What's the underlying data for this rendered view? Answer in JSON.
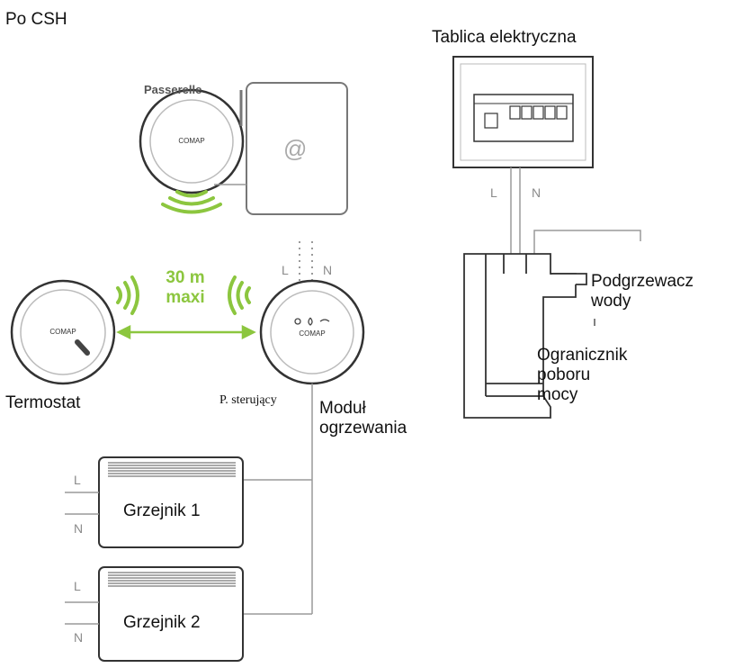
{
  "title": "Po CSH",
  "gateway": {
    "label": "Passerelle",
    "brand": "COMAP",
    "box_symbol": "@"
  },
  "range": {
    "line1": "30 m",
    "line2": "maxi"
  },
  "thermostat": {
    "label": "Termostat",
    "brand": "COMAP"
  },
  "control_module": {
    "brand": "COMAP",
    "label_small": "P. sterujący",
    "label_line1": "Moduł",
    "label_line2": "ogrzewania",
    "wire_l": "L",
    "wire_n": "N"
  },
  "panel": {
    "title": "Tablica elektryczna",
    "wire_l": "L",
    "wire_n": "N"
  },
  "water_heater": {
    "line1": "Podgrzewacz",
    "line2": "wody"
  },
  "limiter": {
    "line1": "Ogranicznik",
    "line2": "poboru",
    "line3": "mocy"
  },
  "radiators": [
    {
      "label": "Grzejnik 1",
      "wire_l": "L",
      "wire_n": "N"
    },
    {
      "label": "Grzejnik 2",
      "wire_l": "L",
      "wire_n": "N"
    }
  ],
  "colors": {
    "signal_green": "#8cc63f",
    "line_gray": "#9a9a9a",
    "device_outline": "#333333"
  }
}
